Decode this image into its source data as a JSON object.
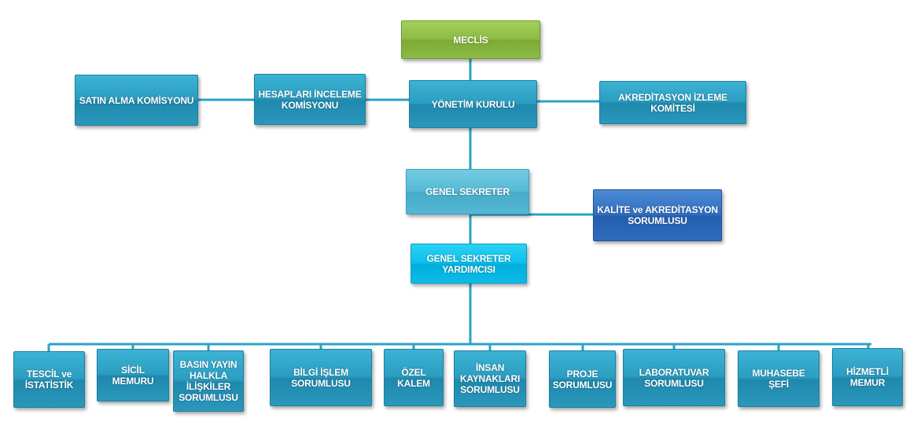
{
  "nodes": {
    "meclis": "MECLİS",
    "satin_alma": "SATIN ALMA KOMİSYONU",
    "hesaplari_inceleme": "HESAPLARI İNCELEME KOMİSYONU",
    "yonetim_kurulu": "YÖNETİM KURULU",
    "akreditasyon_izleme": "AKREDİTASYON İZLEME KOMİTESİ",
    "genel_sekreter": "GENEL SEKRETER",
    "kalite_akreditasyon": "KALİTE ve AKREDİTASYON SORUMLUSU",
    "genel_sekreter_yardimcisi": "GENEL SEKRETER YARDIMCISI",
    "tescil": "TESCİL ve İSTATİSTİK",
    "sicil": "SİCİL MEMURU",
    "basin": "BASIN YAYIN HALKLA İLİŞKİLER SORUMLUSU",
    "bilgi_islem": "BİLGİ İŞLEM SORUMLUSU",
    "ozel_kalem": "ÖZEL KALEM",
    "insan_kaynaklari": "İNSAN KAYNAKLARI SORUMLUSU",
    "proje": "PROJE SORUMLUSU",
    "laboratuvar": "LABORATUVAR SORUMLUSU",
    "muhasebe": "MUHASEBE ŞEFİ",
    "hizmetli": "HİZMETLİ MEMUR"
  },
  "colors": {
    "line": "#2aa3c6",
    "teal": "#2b9dc1",
    "green": "#8dbb44",
    "light": "#56bad6",
    "cyan": "#0ebfea",
    "navy": "#316fc0"
  }
}
